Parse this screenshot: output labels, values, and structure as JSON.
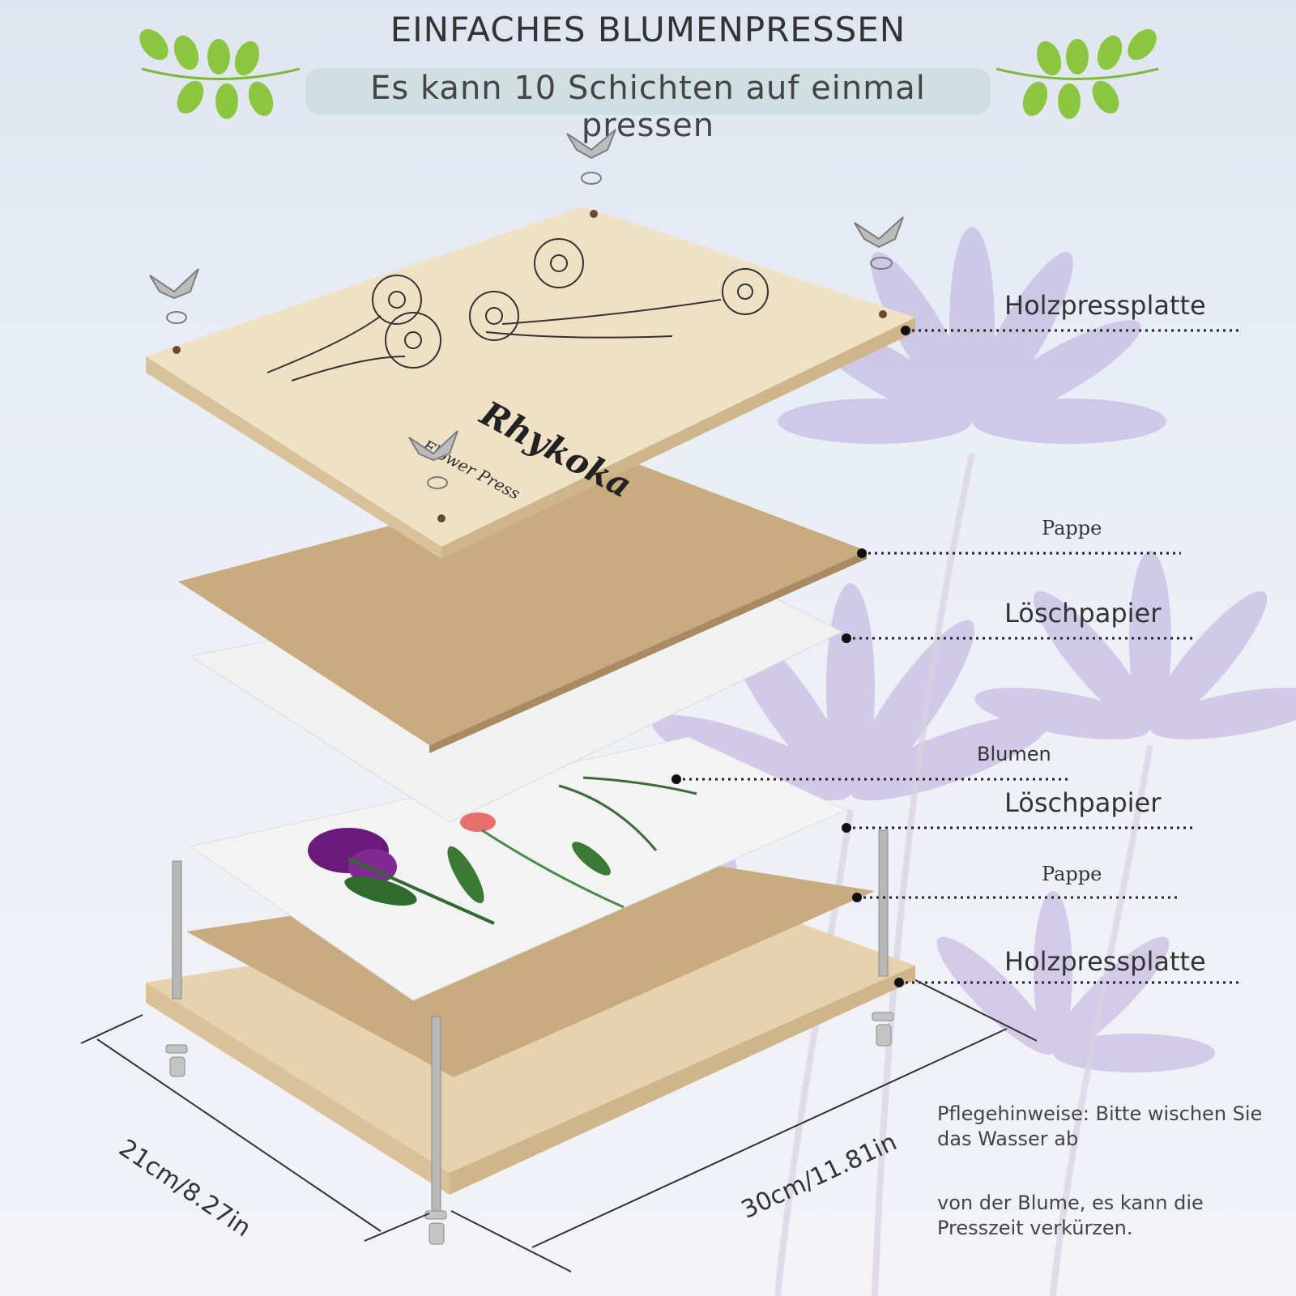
{
  "header": {
    "title": "EINFACHES BLUMENPRESSEN",
    "subtitle": "Es kann 10 Schichten auf einmal pressen"
  },
  "layers": [
    {
      "label": "Holzpressplatte"
    },
    {
      "label": "Pappe"
    },
    {
      "label": "Löschpapier"
    },
    {
      "label": "Blumen"
    },
    {
      "label": "Löschpapier"
    },
    {
      "label": "Pappe"
    },
    {
      "label": "Holzpressplatte"
    }
  ],
  "dimensions": {
    "width": "21cm/8.27in",
    "length": "30cm/11.81in"
  },
  "care": {
    "paragraph1": "Pflegehinweise: Bitte wischen Sie das Wasser ab",
    "paragraph2": "von der Blume, es kann die Presszeit verkürzen."
  },
  "board_engraving": {
    "brand": "Rhykoka",
    "subtext": "Flower Press"
  },
  "colors": {
    "wood": "#e6d2ae",
    "cardboard": "#c9ab80",
    "paper": "#f3f3f3",
    "leaf": "#8cc63f",
    "flower_bg": "#b9acdc"
  }
}
